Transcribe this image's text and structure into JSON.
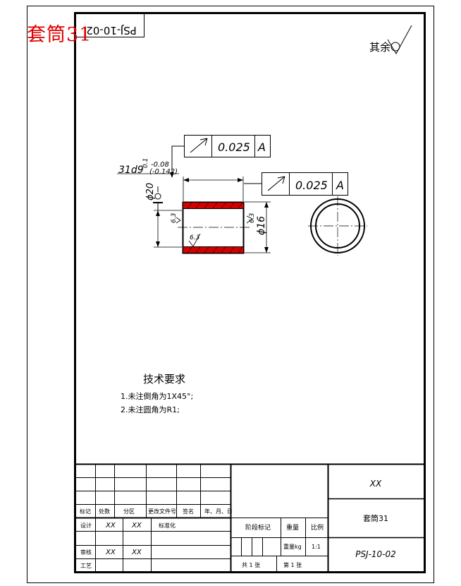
{
  "overlay_title": "套筒31",
  "drawing_number_rotated": "PSJ-10-02",
  "surface_finish_note": "其余",
  "dimensions": {
    "length": "31d9",
    "length_deviation": "-0.08",
    "length_deviation2": "(-0.142)",
    "outer_diameter": "ϕ20",
    "outer_tolerance": "0.1",
    "inner_diameter": "ϕ16",
    "roughness_left": "6.3",
    "roughness_inner": "6.3",
    "roughness_right": "6.3"
  },
  "tolerance_frames": [
    {
      "symbol": "circular-runout",
      "value": "0.025",
      "datum": "A"
    },
    {
      "symbol": "circular-runout",
      "value": "0.025",
      "datum": "A"
    }
  ],
  "technical_requirements": {
    "heading": "技术要求",
    "items": [
      "1.未注倒角为1X45°;",
      "2.未注圆角为R1;"
    ]
  },
  "title_block": {
    "revision_headers": [
      "标记",
      "处数",
      "分区",
      "更改文件号",
      "签名",
      "年、月、日"
    ],
    "design_label": "设计",
    "design_name": "XX",
    "design_date": "XX",
    "standardization_label": "标准化",
    "review_label": "审核",
    "review_name": "XX",
    "review_date": "XX",
    "process_label": "工艺",
    "stage_marking_label": "阶段标记",
    "weight_label": "重量",
    "scale_label": "比例",
    "weight_value": "重量kg",
    "scale_value": "1:1",
    "sheets_total": "共 1 张",
    "sheet_number": "第 1 张",
    "company": "XX",
    "part_name": "套筒31",
    "drawing_number": "PSJ-10-02"
  }
}
